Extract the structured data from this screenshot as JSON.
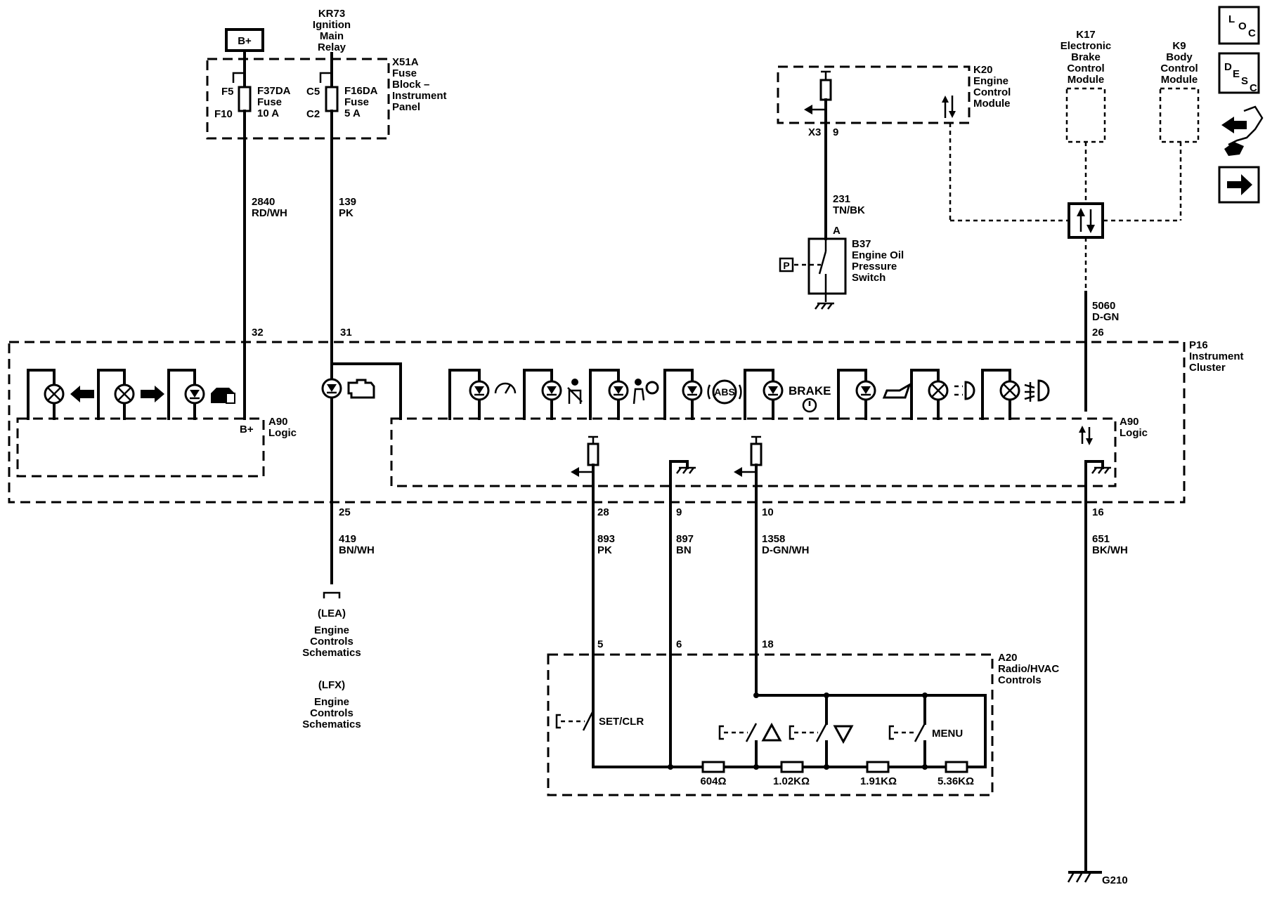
{
  "battery": "B+",
  "relay": {
    "ref": "KR73",
    "line1": "Ignition",
    "line2": "Main",
    "line3": "Relay"
  },
  "fuse_block": {
    "ref": "X51A",
    "line1": "Fuse",
    "line2": "Block –",
    "line3": "Instrument",
    "line4": "Panel"
  },
  "fuse1": {
    "pin_in": "F5",
    "pin_out": "F10",
    "name": "F37DA",
    "type": "Fuse",
    "rating": "10 A"
  },
  "fuse2": {
    "pin_in": "C5",
    "pin_out": "C2",
    "name": "F16DA",
    "type": "Fuse",
    "rating": "5 A"
  },
  "wire_2840": {
    "circuit": "2840",
    "color": "RD/WH",
    "pin": "32"
  },
  "wire_139": {
    "circuit": "139",
    "color": "PK",
    "pin": "31"
  },
  "ecm": {
    "ref": "K20",
    "line1": "Engine",
    "line2": "Control",
    "line3": "Module",
    "conn": "X3",
    "pin": "9"
  },
  "wire_231": {
    "circuit": "231",
    "color": "TN/BK",
    "pin": "A"
  },
  "oil_switch": {
    "ref": "B37",
    "line1": "Engine Oil",
    "line2": "Pressure",
    "line3": "Switch",
    "p_label": "P"
  },
  "ebcm": {
    "ref": "K17",
    "line1": "Electronic",
    "line2": "Brake",
    "line3": "Control",
    "line4": "Module"
  },
  "bcm": {
    "ref": "K9",
    "line1": "Body",
    "line2": "Control",
    "line3": "Module"
  },
  "wire_5060": {
    "circuit": "5060",
    "color": "D-GN",
    "pin": "26"
  },
  "cluster": {
    "ref": "P16",
    "line1": "Instrument",
    "line2": "Cluster"
  },
  "logic": {
    "ref": "A90",
    "line": "Logic",
    "bplus": "B+"
  },
  "brake_text": "BRAKE",
  "abs_text": "ABS",
  "wire_419": {
    "pin": "25",
    "circuit": "419",
    "color": "BN/WH"
  },
  "lea": {
    "tag": "(LEA)",
    "line1": "Engine",
    "line2": "Controls",
    "line3": "Schematics"
  },
  "lfx": {
    "tag": "(LFX)",
    "line1": "Engine",
    "line2": "Controls",
    "line3": "Schematics"
  },
  "wire_893": {
    "pin": "28",
    "circuit": "893",
    "color": "PK",
    "pin2": "5"
  },
  "wire_897": {
    "pin": "9",
    "circuit": "897",
    "color": "BN",
    "pin2": "6"
  },
  "wire_1358": {
    "pin": "10",
    "circuit": "1358",
    "color": "D-GN/WH",
    "pin2": "18"
  },
  "wire_651": {
    "pin": "16",
    "circuit": "651",
    "color": "BK/WH"
  },
  "ground": "G210",
  "radio": {
    "ref": "A20",
    "line1": "Radio/HVAC",
    "line2": "Controls"
  },
  "switches": {
    "set": "SET/CLR",
    "menu": "MENU"
  },
  "resistors": [
    "604Ω",
    "1.02KΩ",
    "1.91KΩ",
    "5.36KΩ"
  ],
  "nav": {
    "loc": [
      "L",
      "O",
      "C"
    ],
    "desc": [
      "D",
      "E",
      "S",
      "C"
    ]
  }
}
